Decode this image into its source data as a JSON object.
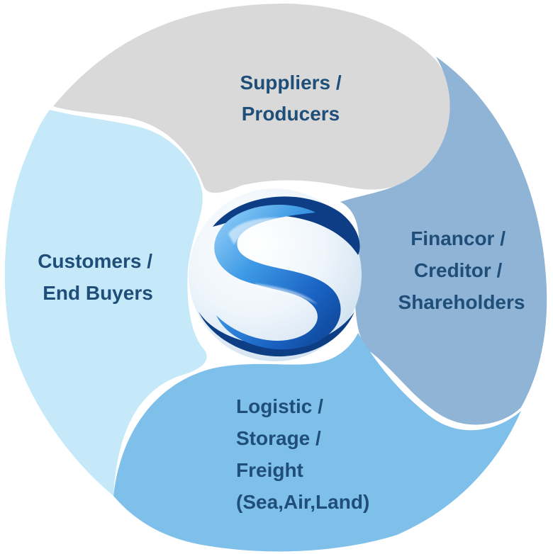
{
  "segments": {
    "suppliers": {
      "lines": [
        "Suppliers /",
        "Producers"
      ],
      "fill": "#D9D9D9"
    },
    "financiers": {
      "lines": [
        "Financor /",
        "Creditor /",
        "Shareholders"
      ],
      "fill": "#8FB4D6"
    },
    "logistics": {
      "lines": [
        "Logistic /",
        "Storage /",
        "Freight",
        "(Sea,Air,Land)"
      ],
      "fill": "#7FC0EB"
    },
    "customers": {
      "lines": [
        "Customers /",
        "End Buyers"
      ],
      "fill": "#C6E9FA"
    }
  },
  "colors": {
    "text": "#1F4E79",
    "logo_dark": "#0D3E85",
    "logo_light": "#5AB2EE"
  },
  "logo": {
    "icon": "s-logo-icon"
  }
}
